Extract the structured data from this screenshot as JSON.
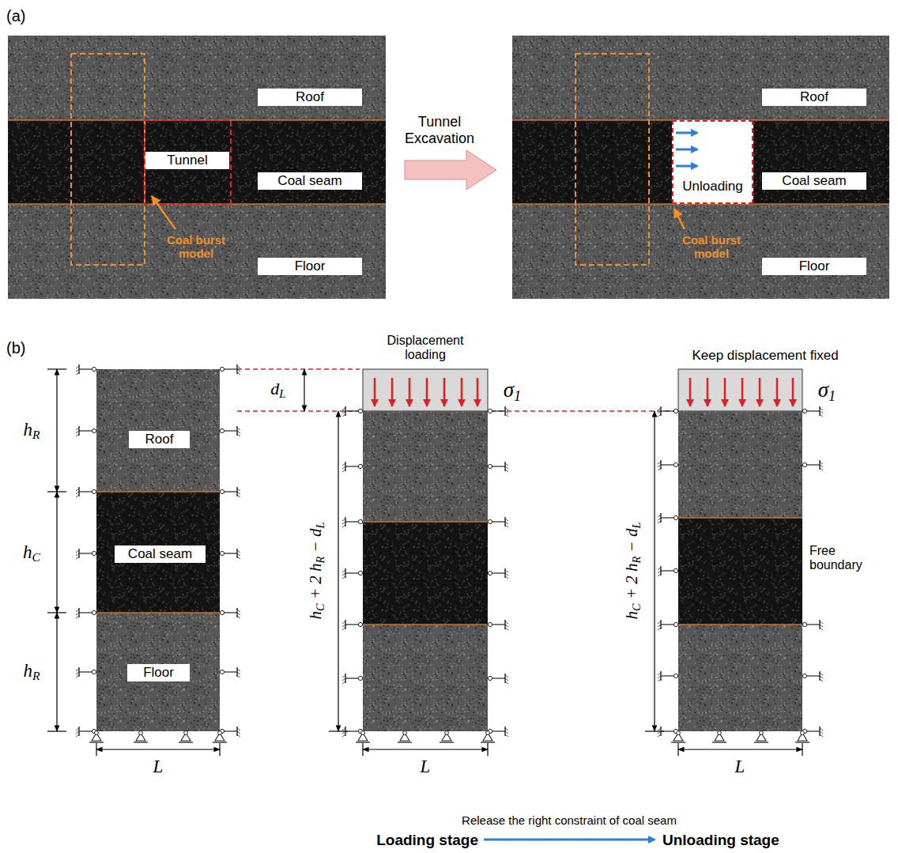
{
  "diagram": {
    "nodes": [
      {
        "text": [
          "Roof"
        ]
      },
      {
        "text": [
          "Tunnel"
        ]
      },
      {
        "text": [
          "Coal seam"
        ]
      },
      {
        "text": [
          "Floor"
        ]
      },
      {
        "text": [
          "Roof"
        ]
      },
      {
        "text": [
          "Unloading"
        ]
      },
      {
        "text": [
          "Coal seam"
        ]
      },
      {
        "text": [
          "Floor"
        ]
      },
      {
        "text": [
          "Roof"
        ]
      },
      {
        "text": [
          "Coal seam"
        ]
      },
      {
        "text": [
          "Floor"
        ]
      }
    ],
    "labels": [
      "(a)",
      "Coal burst model",
      "Tunnel Excavation",
      "Coal burst model",
      "(b)",
      "hR",
      "hC",
      "hR",
      "L",
      "Displacement loading",
      "dL",
      "σ1",
      "hC + 2 hR − dL",
      "L",
      "Keep displacement fixed",
      "σ1",
      "Free boundary",
      "hC + 2 hR − dL",
      "L",
      "Release the right constraint of coal seam",
      "Loading stage",
      "Unloading stage"
    ]
  }
}
